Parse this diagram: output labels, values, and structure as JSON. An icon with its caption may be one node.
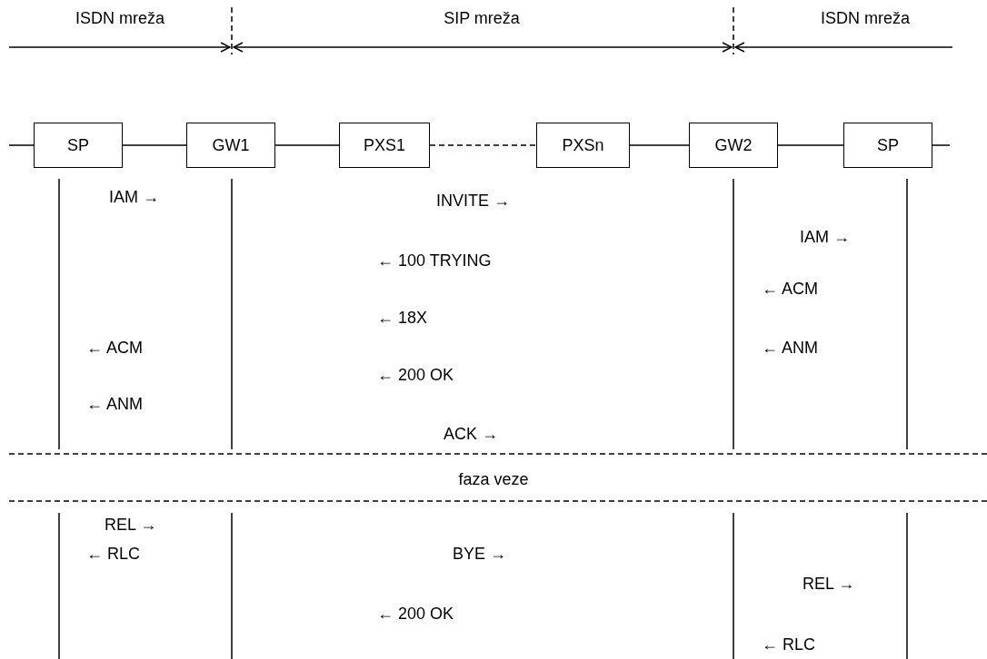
{
  "diagram": {
    "nodes": [
      {
        "text": [
          "SP"
        ]
      },
      {
        "text": [
          "GW1"
        ]
      },
      {
        "text": [
          "PXS1"
        ]
      },
      {
        "text": [
          "PXSn"
        ]
      },
      {
        "text": [
          "GW2"
        ]
      },
      {
        "text": [
          "SP"
        ]
      }
    ],
    "edges": [
      {
        "from": null,
        "to": 0,
        "arrow": "none"
      },
      {
        "from": 0,
        "to": 1,
        "arrow": "none"
      },
      {
        "from": 1,
        "to": 2,
        "arrow": "none"
      },
      {
        "from": 2,
        "to": 3,
        "arrow": "none",
        "style": "dashed"
      },
      {
        "from": 3,
        "to": 4,
        "arrow": "none"
      },
      {
        "from": 4,
        "to": 5,
        "arrow": "none"
      },
      {
        "from": 5,
        "to": null,
        "arrow": "none"
      }
    ],
    "labels": [
      "ISDN mreža",
      "SIP mreža",
      "ISDN mreža",
      "IAM →",
      "INVITE →",
      "IAM →",
      "← 100 TRYING",
      "← ACM",
      "← 18X",
      "← ACM",
      "← ANM",
      "← 200 OK",
      "← ANM",
      "ACK →",
      "faza veze",
      "REL →",
      "← RLC",
      "BYE →",
      "REL →",
      "← 200 OK",
      "← RLC"
    ]
  }
}
